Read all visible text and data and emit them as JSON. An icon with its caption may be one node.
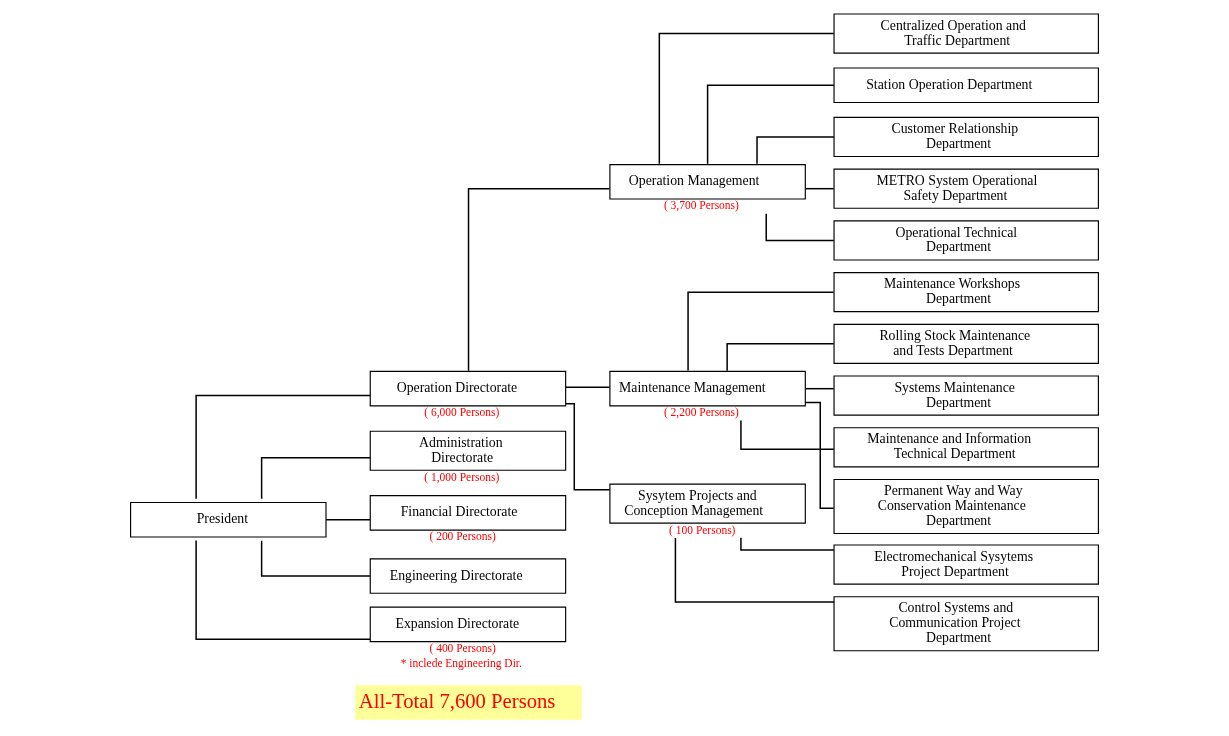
{
  "diagram": {
    "nodes": [
      {
        "text": [
          "President"
        ]
      },
      {
        "text": [
          "Operation Directorate"
        ],
        "beside": [
          "( 6,000 Persons)"
        ]
      },
      {
        "text": [
          "Administration Directorate"
        ],
        "beside": [
          "( 1,000 Persons)"
        ]
      },
      {
        "text": [
          "Financial Directorate"
        ],
        "beside": [
          "( 200 Persons)"
        ]
      },
      {
        "text": [
          "Engineering Directorate"
        ]
      },
      {
        "text": [
          "Expansion Directorate"
        ],
        "beside": [
          "( 400 Persons)",
          "* inclede Engineering Dir."
        ]
      },
      {
        "text": [
          "Operation Management"
        ],
        "beside": [
          "( 3,700 Persons)"
        ]
      },
      {
        "text": [
          "Centralized Operation and Traffic Department"
        ]
      },
      {
        "text": [
          "Station Operation Department"
        ]
      },
      {
        "text": [
          "Customer Relationship Department"
        ]
      },
      {
        "text": [
          "METRO System Operational Safety Department"
        ]
      },
      {
        "text": [
          "Operational Technical Department"
        ]
      },
      {
        "text": [
          "Maintenance Management"
        ],
        "beside": [
          "( 2,200 Persons)"
        ]
      },
      {
        "text": [
          "Maintenance Workshops Department"
        ]
      },
      {
        "text": [
          "Rolling Stock Maintenance and Tests Department"
        ]
      },
      {
        "text": [
          "Systems Maintenance Department"
        ]
      },
      {
        "text": [
          "Maintenance and Information Technical Department"
        ]
      },
      {
        "text": [
          "Permanent Way and Way Conservation Maintenance Department"
        ]
      },
      {
        "text": [
          "Sysytem Projects and Conception Management"
        ],
        "beside": [
          "( 100 Persons)"
        ]
      },
      {
        "text": [
          "Electromechanical Sysytems Project Department"
        ]
      },
      {
        "text": [
          "Control Systems and Communication Project Department"
        ]
      },
      {
        "text": [
          "All-Total 7,600 Persons"
        ]
      }
    ],
    "edges": [
      {
        "from": 0,
        "to": 1,
        "arrow": "none"
      },
      {
        "from": 0,
        "to": 2,
        "arrow": "none"
      },
      {
        "from": 0,
        "to": 3,
        "arrow": "none"
      },
      {
        "from": 0,
        "to": 4,
        "arrow": "none"
      },
      {
        "from": 0,
        "to": 5,
        "arrow": "none"
      },
      {
        "from": 1,
        "to": 6,
        "arrow": "none"
      },
      {
        "from": 1,
        "to": 12,
        "arrow": "none"
      },
      {
        "from": 1,
        "to": 18,
        "arrow": "none"
      },
      {
        "from": 6,
        "to": 7,
        "arrow": "none"
      },
      {
        "from": 6,
        "to": 8,
        "arrow": "none"
      },
      {
        "from": 6,
        "to": 9,
        "arrow": "none"
      },
      {
        "from": 6,
        "to": 10,
        "arrow": "none"
      },
      {
        "from": 6,
        "to": 11,
        "arrow": "none"
      },
      {
        "from": 12,
        "to": 13,
        "arrow": "none"
      },
      {
        "from": 12,
        "to": 14,
        "arrow": "none"
      },
      {
        "from": 12,
        "to": 15,
        "arrow": "none"
      },
      {
        "from": 12,
        "to": 16,
        "arrow": "none"
      },
      {
        "from": 12,
        "to": 17,
        "arrow": "none"
      },
      {
        "from": 18,
        "to": 19,
        "arrow": "none"
      },
      {
        "from": 18,
        "to": 20,
        "arrow": "none"
      }
    ]
  }
}
